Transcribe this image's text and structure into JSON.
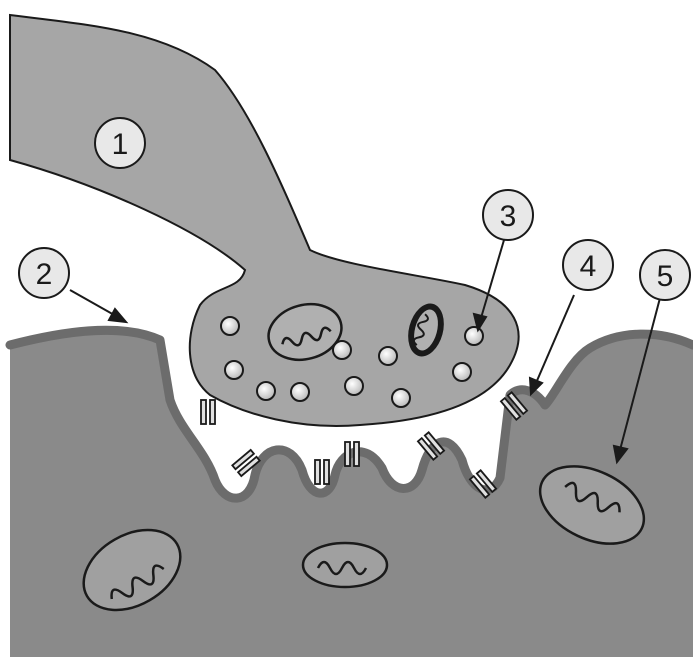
{
  "figure": {
    "labels": [
      "1",
      "2",
      "3",
      "4",
      "5"
    ]
  },
  "colors": {
    "background": "#ffffff",
    "cell_fill": "#8a8a8a",
    "terminal_fill": "#a6a6a6",
    "membrane": "#6c6c6c",
    "outline": "#1a1a1a",
    "organelle_fill": "#b0b0b0",
    "label_circle_fill": "#e8e8e8"
  }
}
